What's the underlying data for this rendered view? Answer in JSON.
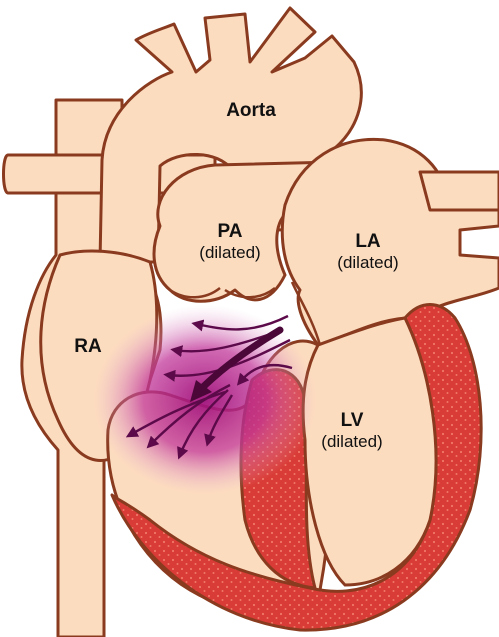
{
  "labels": {
    "aorta": "Aorta",
    "pa": "PA",
    "pa_note": "(dilated)",
    "la": "LA",
    "la_note": "(dilated)",
    "ra": "RA",
    "lv": "LV",
    "lv_note": "(dilated)"
  },
  "colors": {
    "outline": "#8a3b1f",
    "vessel": "#fcdcbf",
    "muscle": "#d93b36",
    "muscle_stipple": "#f07868",
    "shunt": "#b0177e",
    "background": "#ffffff"
  }
}
